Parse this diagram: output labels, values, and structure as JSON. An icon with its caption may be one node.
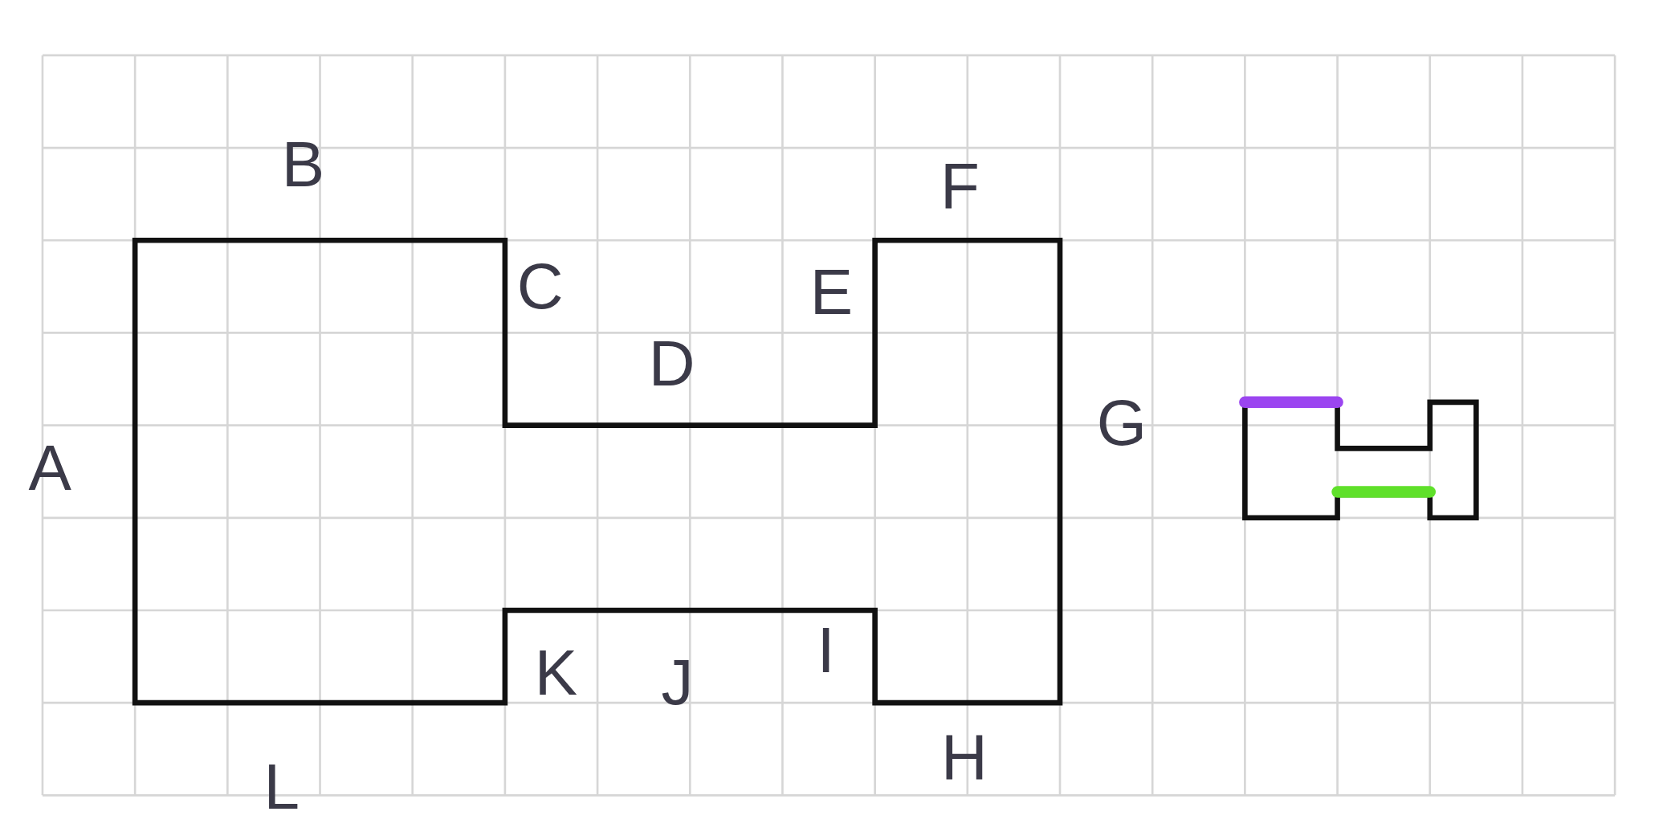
{
  "diagram": {
    "labels": [
      "B",
      "F",
      "C",
      "E",
      "D",
      "G",
      "A",
      "I",
      "K",
      "J",
      "H",
      "L"
    ]
  }
}
